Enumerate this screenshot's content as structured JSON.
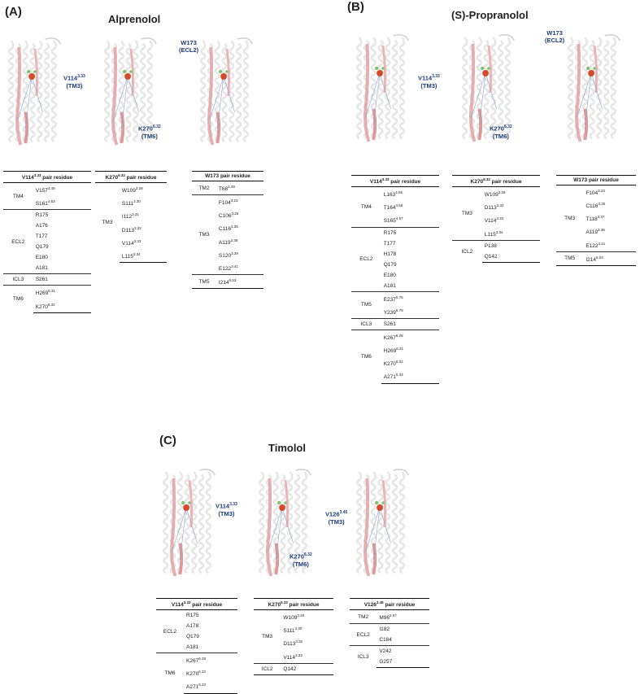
{
  "panels": [
    {
      "label": "(A)",
      "drug": "Alprenolol",
      "callouts": [
        {
          "res": "V114",
          "sup": "3.33",
          "sub": "(TM3)"
        },
        {
          "res": "K270",
          "sup": "6.32",
          "sub": "(TM6)"
        },
        {
          "res": "W173",
          "sup": "",
          "sub": "(ECL2)"
        }
      ],
      "tables": [
        {
          "res": "V114",
          "sup": "3.33",
          "suffix": " pair residue",
          "groups": [
            {
              "region": "TM4",
              "residues": [
                [
                  "V157",
                  "4.49"
                ],
                [
                  "S161",
                  "4.53"
                ]
              ]
            },
            {
              "region": "ECL2",
              "residues": [
                [
                  "R175",
                  ""
                ],
                [
                  "A176",
                  ""
                ],
                [
                  "T177",
                  ""
                ],
                [
                  "Q179",
                  ""
                ],
                [
                  "E180",
                  ""
                ],
                [
                  "A181",
                  ""
                ]
              ]
            },
            {
              "region": "ICL3",
              "residues": [
                [
                  "S261",
                  ""
                ]
              ]
            },
            {
              "region": "TM6",
              "residues": [
                [
                  "H269",
                  "6.31"
                ],
                [
                  "K270",
                  "6.32"
                ]
              ]
            }
          ]
        },
        {
          "res": "K270",
          "sup": "6.32",
          "suffix": " pair residue",
          "groups": [
            {
              "region": "TM3",
              "residues": [
                [
                  "W109",
                  "3.28"
                ],
                [
                  "S111",
                  "3.30"
                ],
                [
                  "I112",
                  "3.31"
                ],
                [
                  "D113",
                  "3.32"
                ],
                [
                  "V114",
                  "3.33"
                ],
                [
                  "L115",
                  "3.34"
                ]
              ]
            }
          ]
        },
        {
          "res": "W173",
          "sup": "",
          "suffix": " pair residue",
          "groups": [
            {
              "region": "TM2",
              "residues": [
                [
                  "T68",
                  "2.39"
                ]
              ]
            },
            {
              "region": "TM3",
              "residues": [
                [
                  "F104",
                  "3.23"
                ],
                [
                  "C106",
                  "3.25"
                ],
                [
                  "C116",
                  "3.35"
                ],
                [
                  "A119",
                  "3.38"
                ],
                [
                  "S120",
                  "3.39"
                ],
                [
                  "E122",
                  "3.41"
                ]
              ]
            },
            {
              "region": "TM5",
              "residues": [
                [
                  "I214",
                  "5.53"
                ]
              ]
            }
          ]
        }
      ]
    },
    {
      "label": "(B)",
      "drug": "(S)-Propranolol",
      "callouts": [
        {
          "res": "V114",
          "sup": "3.33",
          "sub": "(TM3)"
        },
        {
          "res": "K270",
          "sup": "6.32",
          "sub": "(TM6)"
        },
        {
          "res": "W173",
          "sup": "",
          "sub": "(ECL2)"
        }
      ],
      "tables": [
        {
          "res": "V114",
          "sup": "3.33",
          "suffix": " pair residue",
          "groups": [
            {
              "region": "TM4",
              "residues": [
                [
                  "L163",
                  "4.55"
                ],
                [
                  "T164",
                  "4.56"
                ],
                [
                  "S165",
                  "4.57"
                ]
              ]
            },
            {
              "region": "ECL2",
              "residues": [
                [
                  "R175",
                  ""
                ],
                [
                  "T177",
                  ""
                ],
                [
                  "H178",
                  ""
                ],
                [
                  "Q179",
                  ""
                ],
                [
                  "E180",
                  ""
                ],
                [
                  "A181",
                  ""
                ]
              ]
            },
            {
              "region": "TM5",
              "residues": [
                [
                  "E237",
                  "5.76"
                ],
                [
                  "Y239",
                  "5.78"
                ]
              ]
            },
            {
              "region": "ICL3",
              "residues": [
                [
                  "S261",
                  ""
                ]
              ]
            },
            {
              "region": "TM6",
              "residues": [
                [
                  "K267",
                  "6.29"
                ],
                [
                  "H269",
                  "6.31"
                ],
                [
                  "K270",
                  "6.32"
                ],
                [
                  "A271",
                  "6.33"
                ]
              ]
            }
          ]
        },
        {
          "res": "K270",
          "sup": "6.32",
          "suffix": " pair residue",
          "groups": [
            {
              "region": "TM3",
              "residues": [
                [
                  "W109",
                  "3.28"
                ],
                [
                  "D113",
                  "3.32"
                ],
                [
                  "V114",
                  "3.33"
                ],
                [
                  "L115",
                  "3.34"
                ]
              ]
            },
            {
              "region": "ICL2",
              "residues": [
                [
                  "P138",
                  ""
                ],
                [
                  "Q142",
                  ""
                ]
              ]
            }
          ]
        },
        {
          "res": "W173",
          "sup": "",
          "suffix": " pair residue",
          "groups": [
            {
              "region": "TM3",
              "residues": [
                [
                  "F104",
                  "3.23"
                ],
                [
                  "C116",
                  "3.35"
                ],
                [
                  "T118",
                  "3.37"
                ],
                [
                  "A119",
                  "3.38"
                ],
                [
                  "E122",
                  "3.41"
                ]
              ]
            },
            {
              "region": "TM5",
              "residues": [
                [
                  "I214",
                  "5.53"
                ]
              ]
            }
          ]
        }
      ]
    },
    {
      "label": "(C)",
      "drug": "Timolol",
      "callouts": [
        {
          "res": "V114",
          "sup": "3.33",
          "sub": "(TM3)"
        },
        {
          "res": "K270",
          "sup": "6.32",
          "sub": "(TM6)"
        },
        {
          "res": "V126",
          "sup": "3.45",
          "sub": "(TM3)"
        }
      ],
      "tables": [
        {
          "res": "V114",
          "sup": "3.33",
          "suffix": " pair residue",
          "groups": [
            {
              "region": "ECL2",
              "residues": [
                [
                  "R175",
                  ""
                ],
                [
                  "A178",
                  ""
                ],
                [
                  "Q179",
                  ""
                ],
                [
                  "A181",
                  ""
                ]
              ]
            },
            {
              "region": "TM6",
              "residues": [
                [
                  "K267",
                  "6.29"
                ],
                [
                  "K270",
                  "6.32"
                ],
                [
                  "A271",
                  "6.33"
                ]
              ]
            }
          ]
        },
        {
          "res": "K270",
          "sup": "6.32",
          "suffix": " pair residue",
          "groups": [
            {
              "region": "TM3",
              "residues": [
                [
                  "W109",
                  "3.28"
                ],
                [
                  "S111",
                  "3.30"
                ],
                [
                  "D113",
                  "3.32"
                ],
                [
                  "V114",
                  "3.33"
                ]
              ]
            },
            {
              "region": "ICL2",
              "residues": [
                [
                  "Q142",
                  ""
                ]
              ]
            }
          ]
        },
        {
          "res": "V126",
          "sup": "3.45",
          "suffix": " pair residue",
          "groups": [
            {
              "region": "TM2",
              "residues": [
                [
                  "M96",
                  "2.67"
                ]
              ]
            },
            {
              "region": "ECL2",
              "residues": [
                [
                  "I182",
                  ""
                ],
                [
                  "C184",
                  ""
                ]
              ]
            },
            {
              "region": "ICL3",
              "residues": [
                [
                  "V242",
                  ""
                ],
                [
                  "G257",
                  ""
                ]
              ]
            }
          ]
        }
      ]
    }
  ]
}
